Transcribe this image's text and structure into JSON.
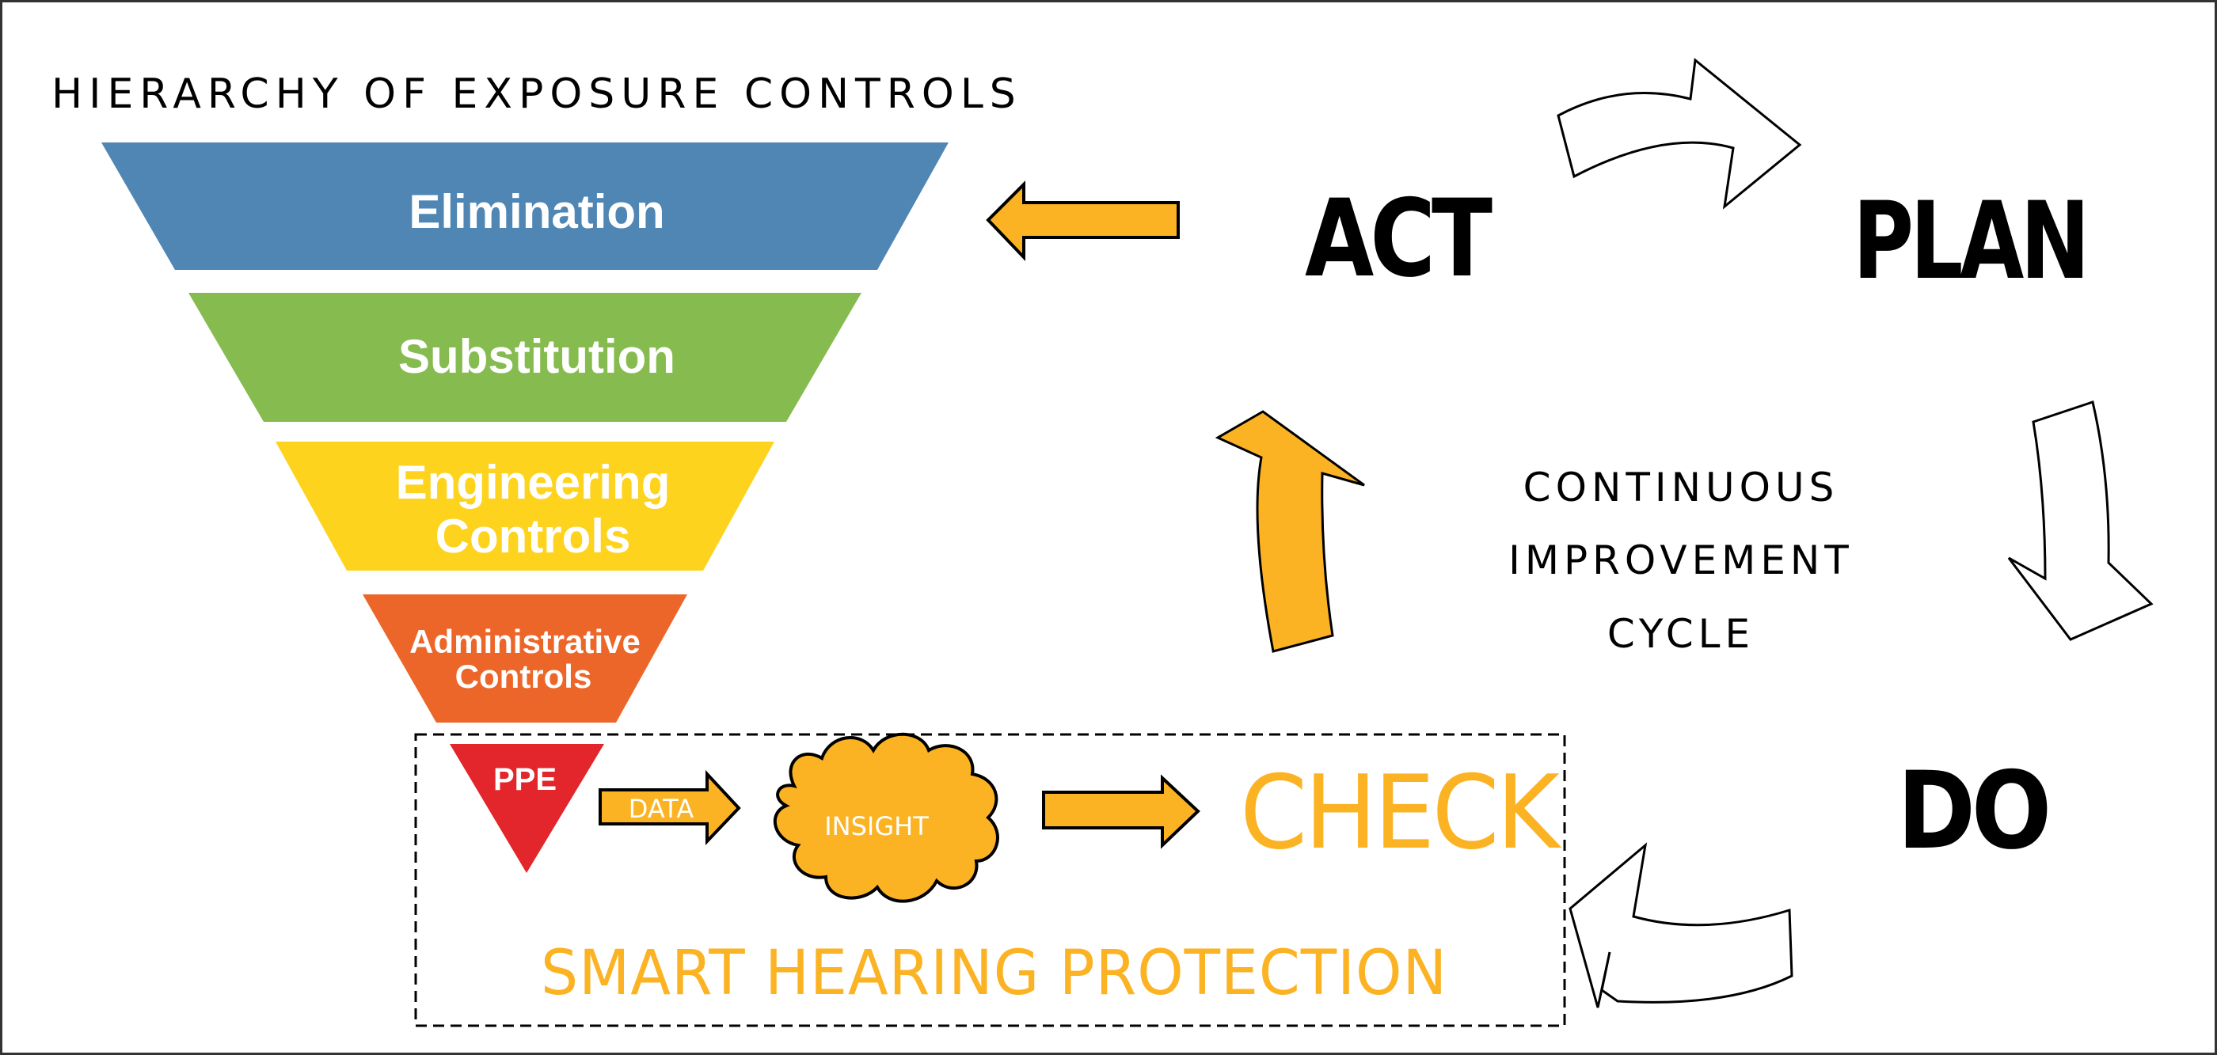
{
  "title": "HIERARCHY OF EXPOSURE CONTROLS",
  "hierarchy": {
    "tiers": [
      {
        "lines": [
          "Elimination"
        ],
        "color": "#4f86b4"
      },
      {
        "lines": [
          "Substitution"
        ],
        "color": "#86bc4f"
      },
      {
        "lines": [
          "Engineering",
          "Controls"
        ],
        "color": "#fdd31d"
      },
      {
        "lines": [
          "Administrative",
          "Controls"
        ],
        "color": "#ec6629"
      },
      {
        "lines": [
          "PPE"
        ],
        "color": "#e3262b"
      }
    ]
  },
  "smart_flow": {
    "data_label": "DATA",
    "insight_label": "INSIGHT",
    "check_label": "CHECK",
    "caption": "SMART HEARING PROTECTION"
  },
  "pdca": {
    "act": "ACT",
    "plan": "PLAN",
    "do": "DO",
    "center_lines": [
      "CONTINUOUS",
      "IMPROVEMENT",
      "CYCLE"
    ]
  },
  "colors": {
    "accent": "#fbb324",
    "outline": "#000000",
    "text": "#000000"
  }
}
